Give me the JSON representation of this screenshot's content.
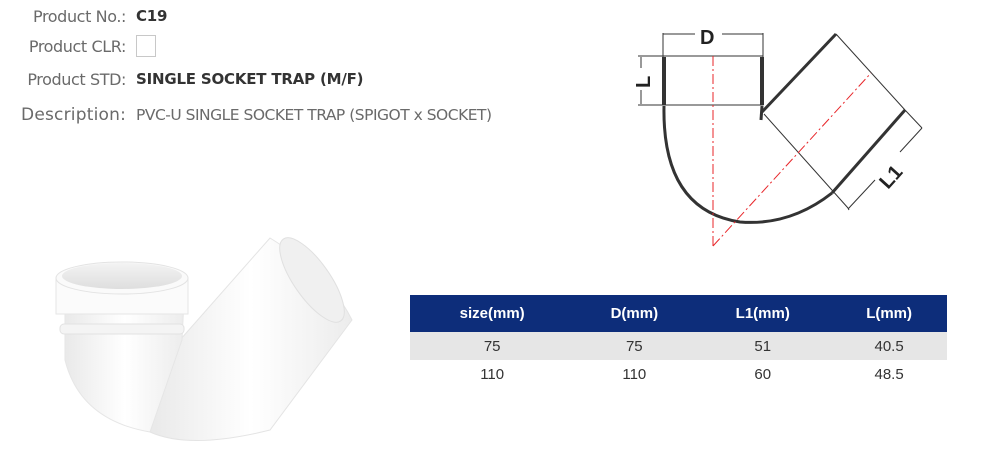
{
  "product": {
    "number_label": "Product No.:",
    "number_value": "C19",
    "color_label": "Product CLR:",
    "color_value": "#ffffff",
    "std_label": "Product STD:",
    "std_value": "SINGLE SOCKET TRAP (M/F)",
    "description_label": "Description:",
    "description_value": "PVC-U SINGLE SOCKET TRAP (SPIGOT x SOCKET)"
  },
  "drawing": {
    "dim_d": "D",
    "dim_l": "L",
    "dim_l1": "L1",
    "centerline_color": "#e8262a",
    "line_color": "#333333"
  },
  "dimensions_table": {
    "header_color": "#0d2d7a",
    "columns": [
      "size(mm)",
      "D(mm)",
      "L1(mm)",
      "L(mm)"
    ],
    "rows": [
      [
        "75",
        "75",
        "51",
        "40.5"
      ],
      [
        "110",
        "110",
        "60",
        "48.5"
      ]
    ]
  }
}
